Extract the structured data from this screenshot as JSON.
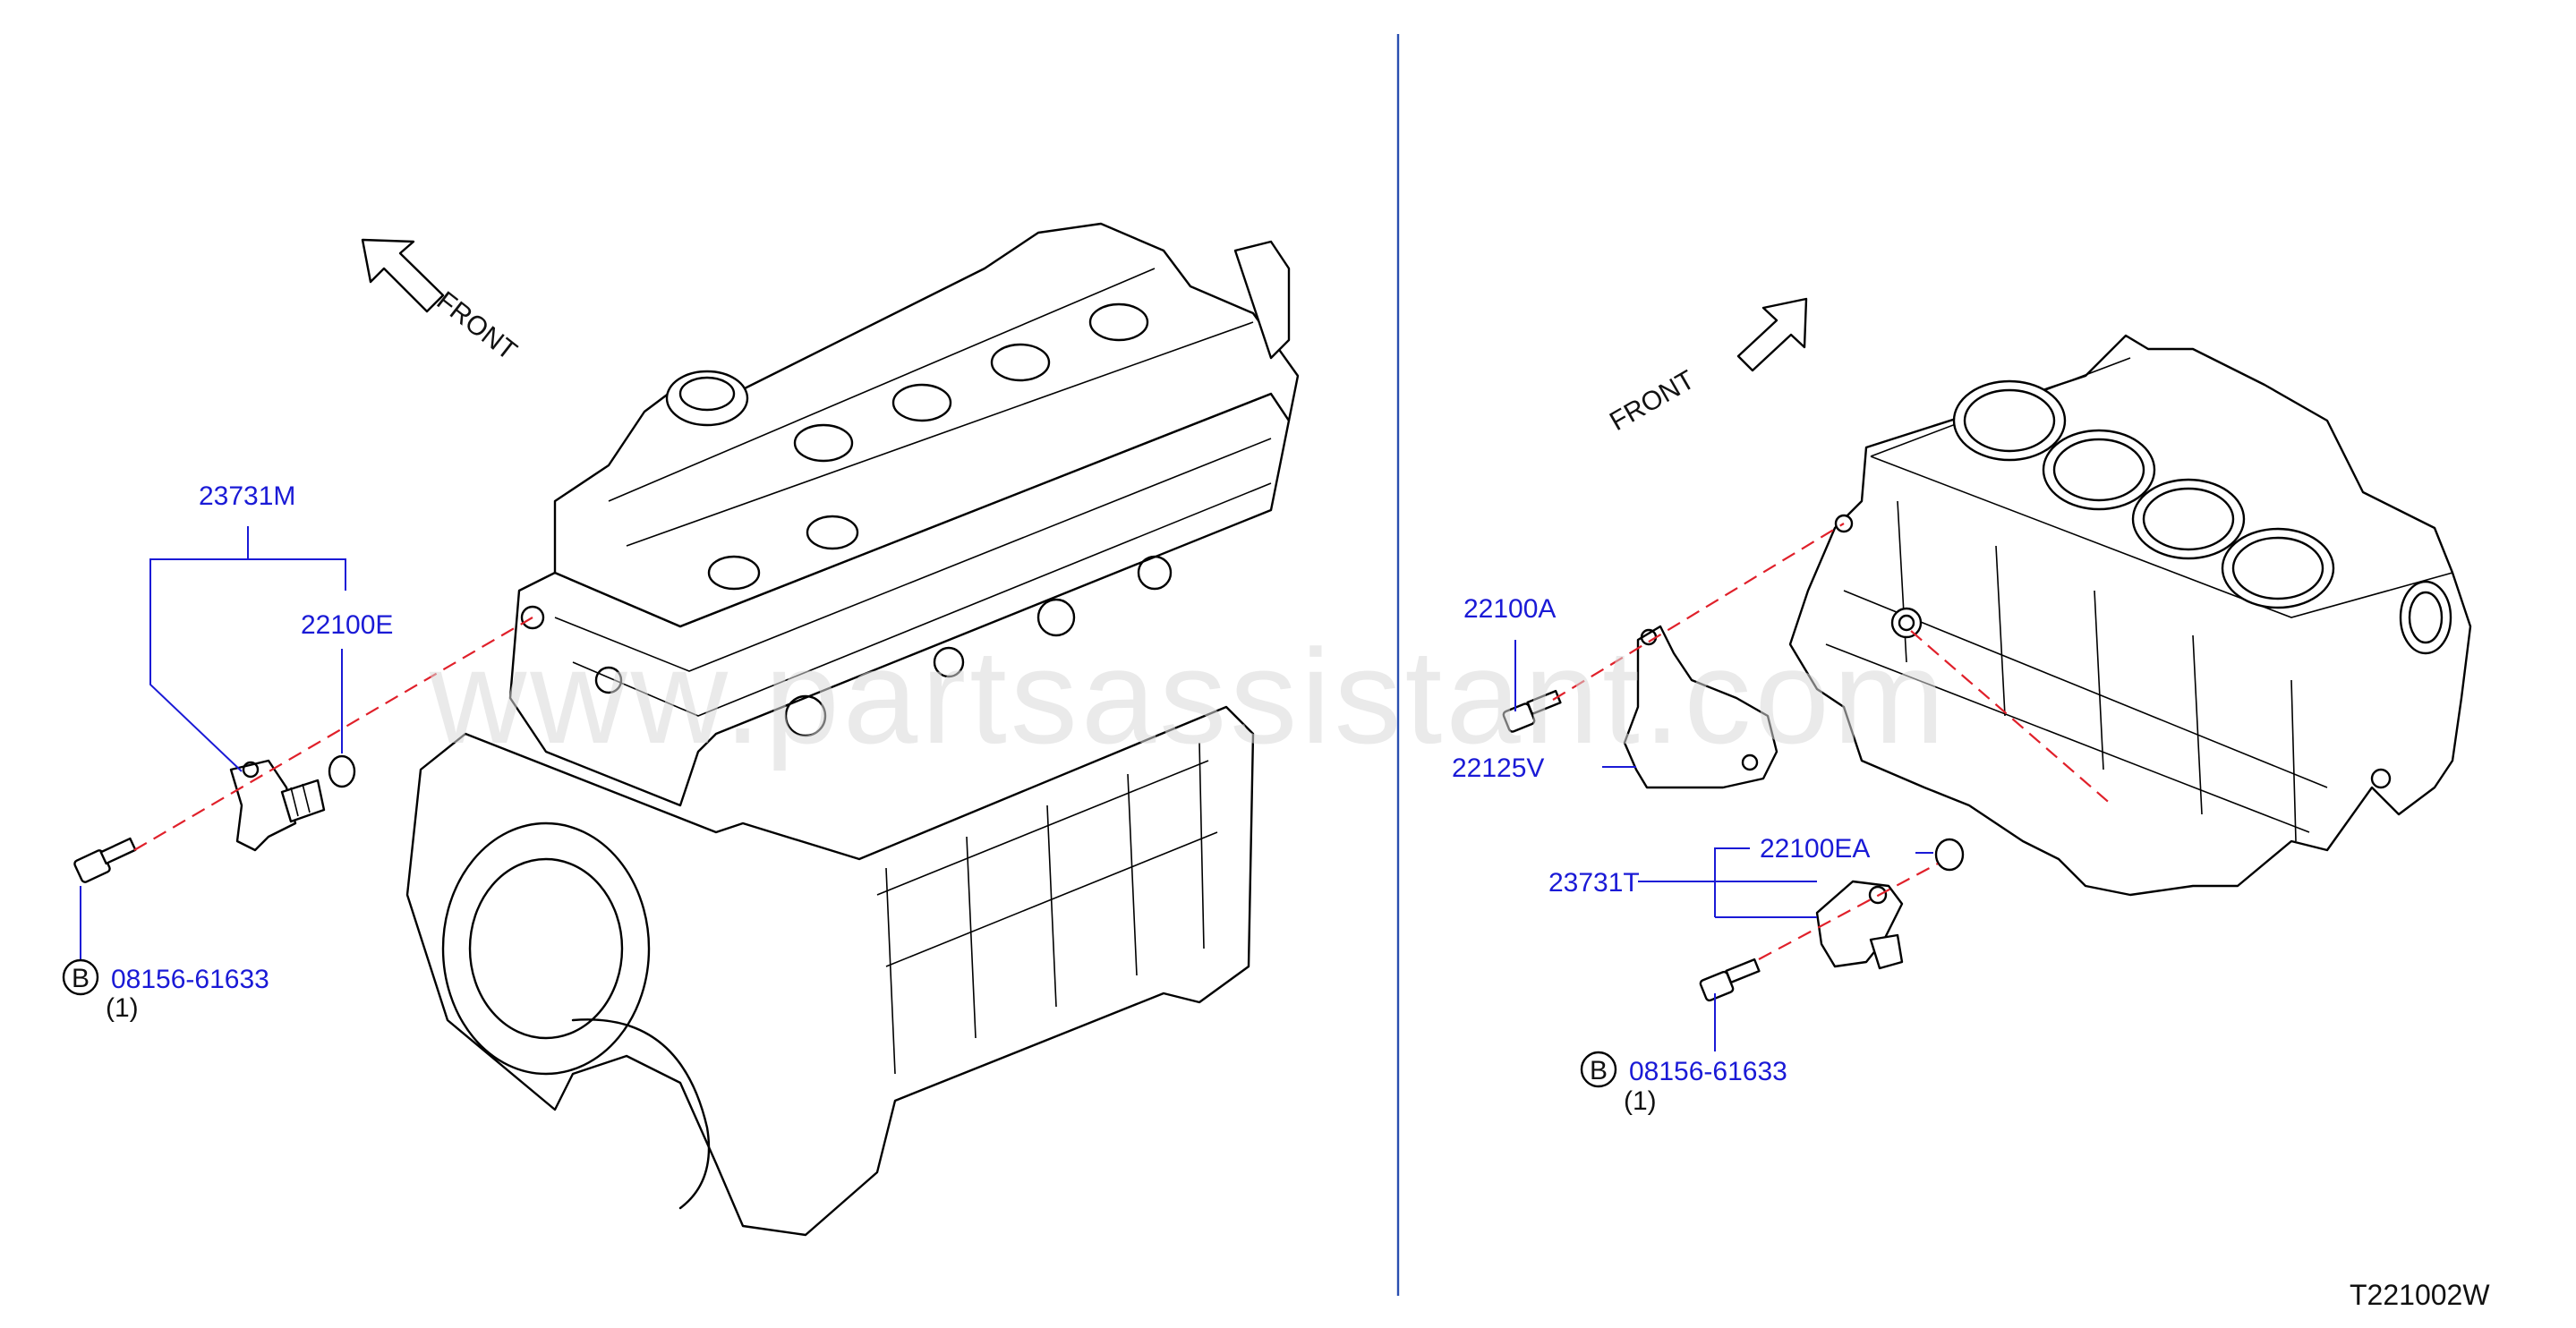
{
  "watermark": "www.partsassistant.com",
  "diagram_code": "T221002W",
  "left_view": {
    "front_label": "FRONT",
    "parts": {
      "sensor_assembly": "23731M",
      "o_ring": "22100E",
      "bolt": "08156-61633",
      "bolt_qty": "(1)",
      "bolt_ref": "B"
    }
  },
  "right_view": {
    "front_label": "FRONT",
    "parts": {
      "bracket_bolt": "22100A",
      "bracket": "22125V",
      "o_ring": "22100EA",
      "sensor_assembly": "23731T",
      "bolt": "08156-61633",
      "bolt_qty": "(1)",
      "bolt_ref": "B"
    }
  },
  "colors": {
    "part_number": "#1a1ad6",
    "divider": "#2a4fb0",
    "center_line": "#e0202a",
    "watermark": "#d9d9d9"
  }
}
